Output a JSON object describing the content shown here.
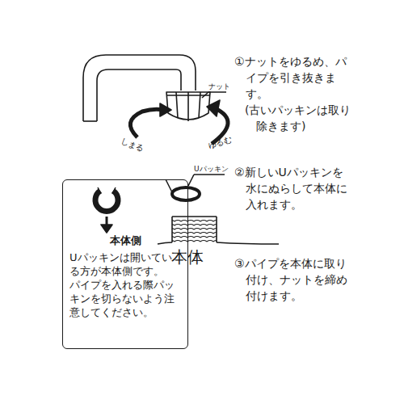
{
  "diagram": {
    "nodes": [
      {
        "text": [
          "本体側",
          "Uパッキンは開いている方が本体側です。",
          "パイプを入れる際パッキンを切らないよう注意してください。"
        ]
      }
    ],
    "labels": [
      "①ナットをゆるめ、パイプを引き抜きます。",
      "(古いパッキンは取り除きます)",
      "ナット",
      "しまる",
      "ゆるむ",
      "Uパッキン",
      "②新しいUパッキンを水にぬらして本体に入れます。",
      "本体",
      "③パイプを本体に取り付け、ナットを締め付けます。"
    ]
  }
}
